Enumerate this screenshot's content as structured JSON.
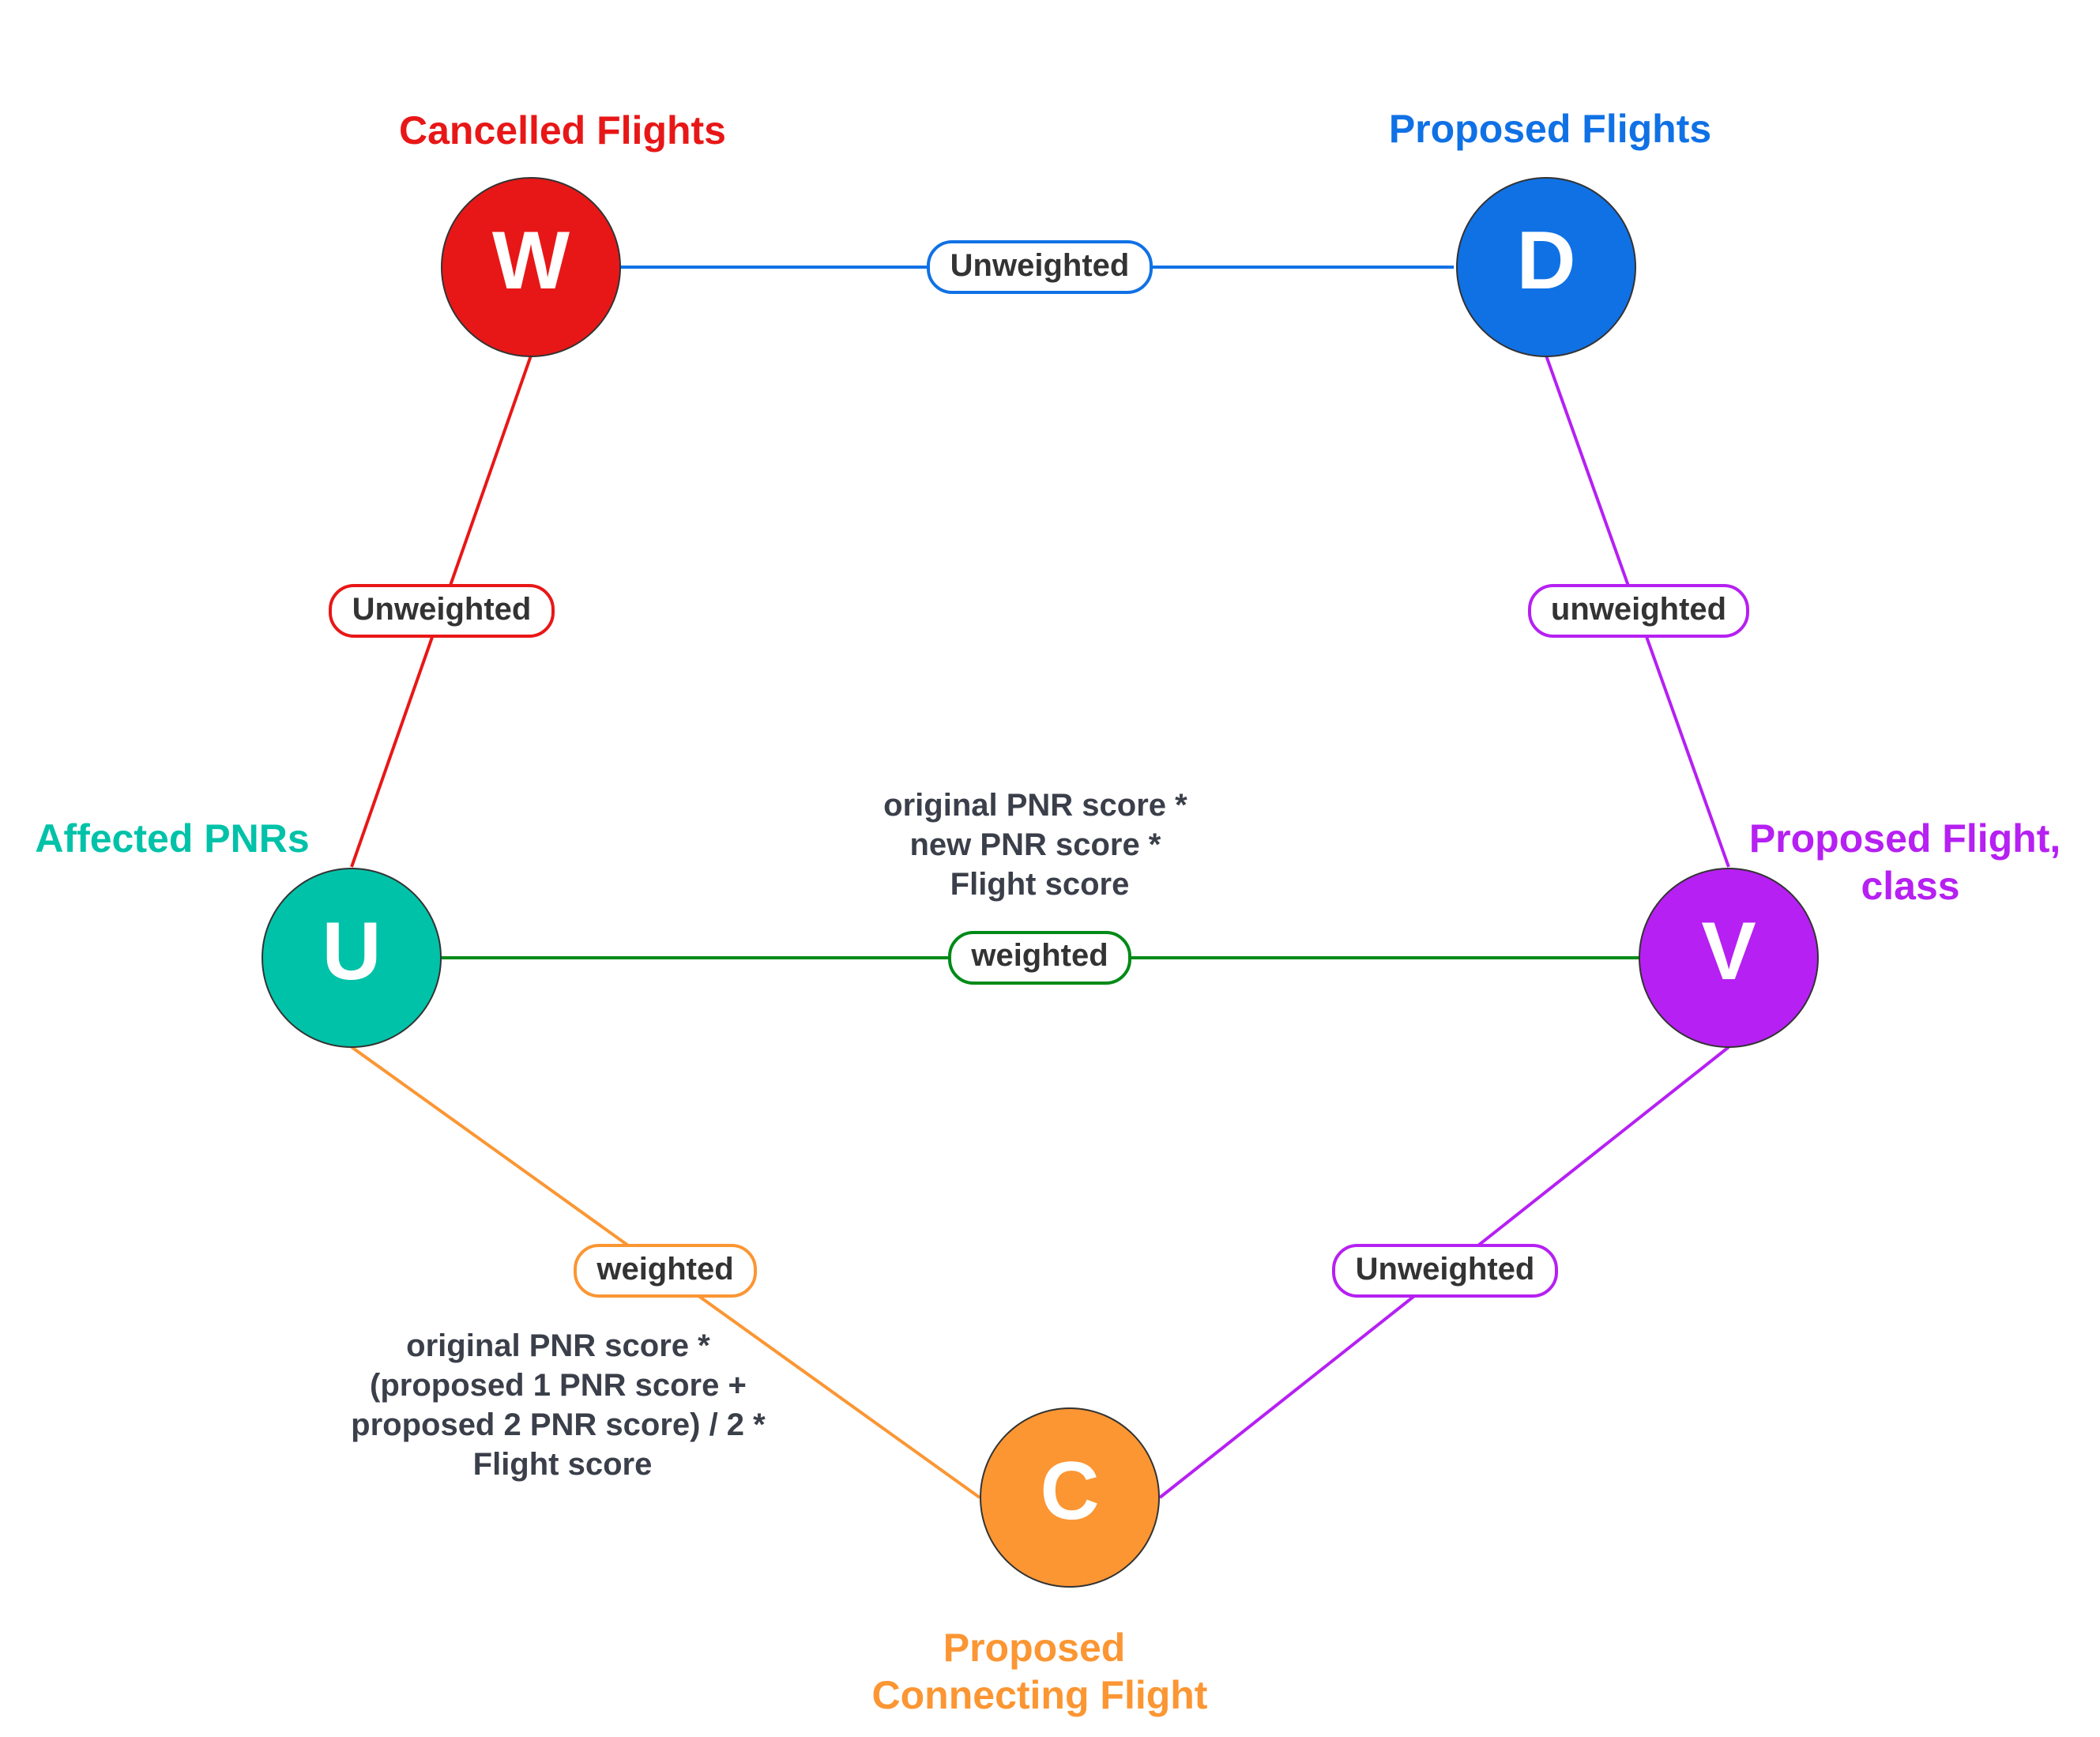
{
  "nodes": {
    "W": {
      "letter": "W",
      "title": [
        "Cancelled Flights"
      ],
      "color": "#e81717"
    },
    "D": {
      "letter": "D",
      "title": [
        "Proposed Flights"
      ],
      "color": "#1071e5"
    },
    "U": {
      "letter": "U",
      "title": [
        "Affected PNRs"
      ],
      "color": "#00c2a8"
    },
    "V": {
      "letter": "V",
      "title": [
        "Proposed Flight,",
        "class"
      ],
      "color": "#b620f2"
    },
    "C": {
      "letter": "C",
      "title": [
        "Proposed",
        "Connecting Flight"
      ],
      "color": "#fb9633"
    }
  },
  "edges": {
    "W_D": {
      "label": "Unweighted",
      "color": "#1071e5"
    },
    "W_U": {
      "label": "Unweighted",
      "color": "#e81717"
    },
    "D_V": {
      "label": "unweighted",
      "color": "#b620f2"
    },
    "U_V": {
      "label": "weighted",
      "color": "#008a17"
    },
    "U_C": {
      "label": "weighted",
      "color": "#fb9633"
    },
    "V_C": {
      "label": "Unweighted",
      "color": "#b620f2"
    }
  },
  "formulas": {
    "U_V": [
      "original PNR score *",
      "new PNR score *",
      "Flight score"
    ],
    "U_C": [
      "original PNR score *",
      "(proposed 1 PNR score +",
      "proposed 2 PNR score) / 2 *",
      "Flight score"
    ]
  },
  "style": {
    "node_stroke": "#333333",
    "pill_fill": "#ffffff",
    "text_color": "#3a3f4a"
  }
}
